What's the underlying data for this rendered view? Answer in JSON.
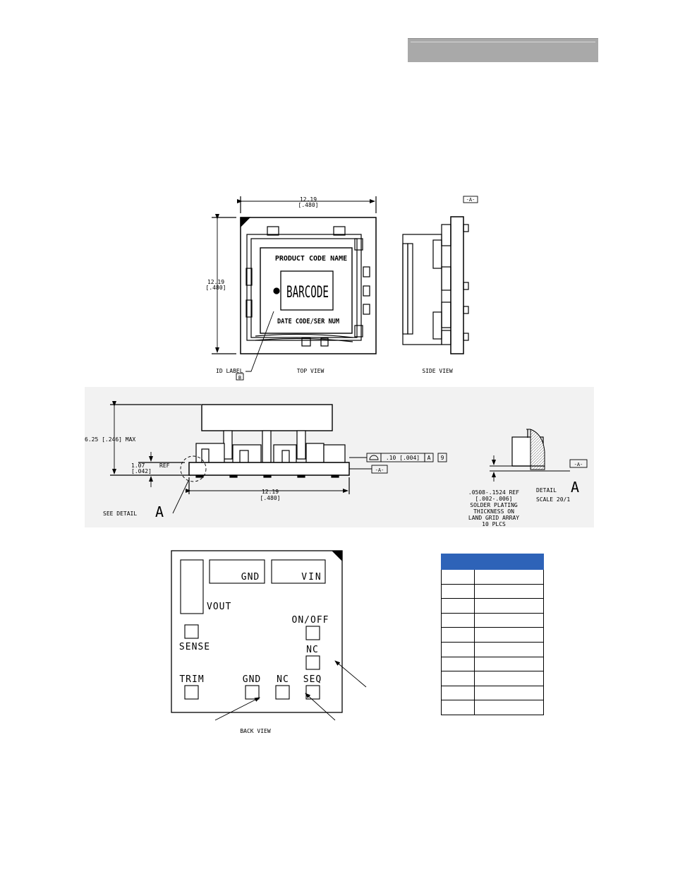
{
  "colors": {
    "header_bar": "#a9a9a9",
    "table_header": "#2e63b8",
    "line": "#000000"
  },
  "top_view": {
    "dim_width_mm": "12.19",
    "dim_width_in": "[.480]",
    "dim_height_mm": "12.19",
    "dim_height_in": "[.480]",
    "label_product": "PRODUCT CODE NAME",
    "label_barcode": "BARCODE",
    "label_date": "DATE CODE/SER NUM",
    "id_label": "ID LABEL",
    "id_label_datum": "B",
    "caption": "TOP VIEW"
  },
  "side_view": {
    "datum": "-A-",
    "caption": "SIDE VIEW"
  },
  "front_view": {
    "height_dim": "6.25 [.246] MAX",
    "ref_dim_mm": "1.07",
    "ref_word": "REF",
    "ref_dim_in": "[.042]",
    "width_mm": "12.19",
    "width_in": "[.480]",
    "tolerance": ".10 [.004]",
    "tol_datum": "A",
    "tol_note": "9",
    "datum": "-A-",
    "see_detail": "SEE DETAIL",
    "detail_letter": "A"
  },
  "detail": {
    "datum": "-A-",
    "note_line1": ".0508-.1524 REF",
    "note_line2": "[.002-.006]",
    "note_line3": "SOLDER PLATING",
    "note_line4": "THICKNESS ON",
    "note_line5": "LAND GRID ARRAY",
    "note_line6": "10 PLCS",
    "label": "DETAIL",
    "letter": "A",
    "scale": "SCALE  20/1"
  },
  "back_view": {
    "pins": {
      "gnd_top": "GND",
      "vin": "VIN",
      "vout": "VOUT",
      "on_off": "ON/OFF",
      "sense": "SENSE",
      "nc_right": "NC",
      "trim": "TRIM",
      "gnd_bottom": "GND",
      "nc_bottom": "NC",
      "seq": "SEQ"
    },
    "caption": "BACK VIEW"
  },
  "pin_table": {
    "rows": 10,
    "header": [
      "",
      ""
    ]
  }
}
